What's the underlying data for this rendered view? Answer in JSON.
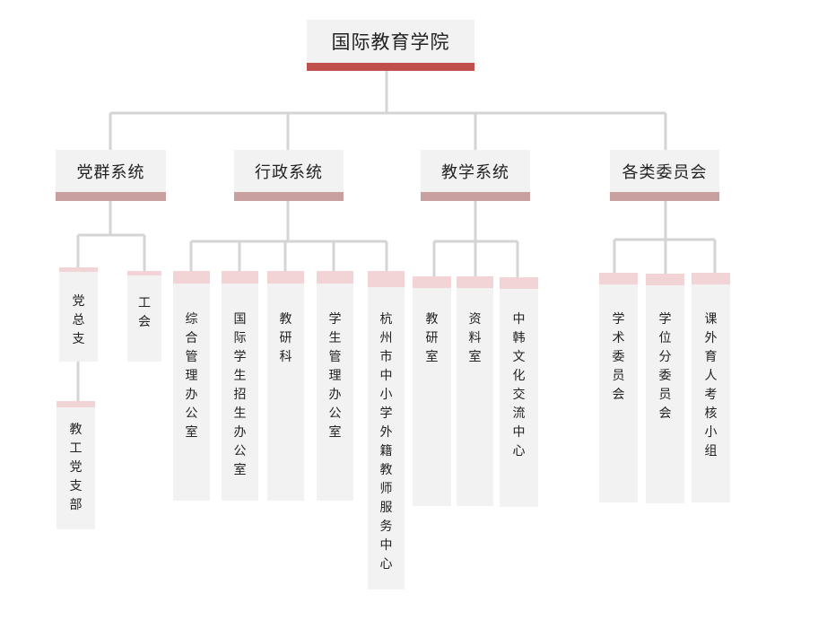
{
  "root": {
    "label": "国际教育学院"
  },
  "systems": [
    {
      "label": "党群系统",
      "units": [
        "党总支",
        "工会",
        "教工党支部"
      ]
    },
    {
      "label": "行政系统",
      "units": [
        "综合管理办公室",
        "国际学生招生办公室",
        "教研科",
        "学生管理办公室",
        "杭州市中小学外籍教师服务中心"
      ]
    },
    {
      "label": "教学系统",
      "units": [
        "教研室",
        "资料室",
        "中韩文化交流中心"
      ]
    },
    {
      "label": "各类委员会",
      "units": [
        "学术委员会",
        "学位分委员会",
        "课外育人考核小组"
      ]
    }
  ],
  "colors": {
    "root_bar": "#c0504d",
    "system_bar": "#c9a0a0",
    "leaf_cap": "#f2d4d6",
    "box": "#f2f2f2",
    "line": "#d4d4d4"
  }
}
